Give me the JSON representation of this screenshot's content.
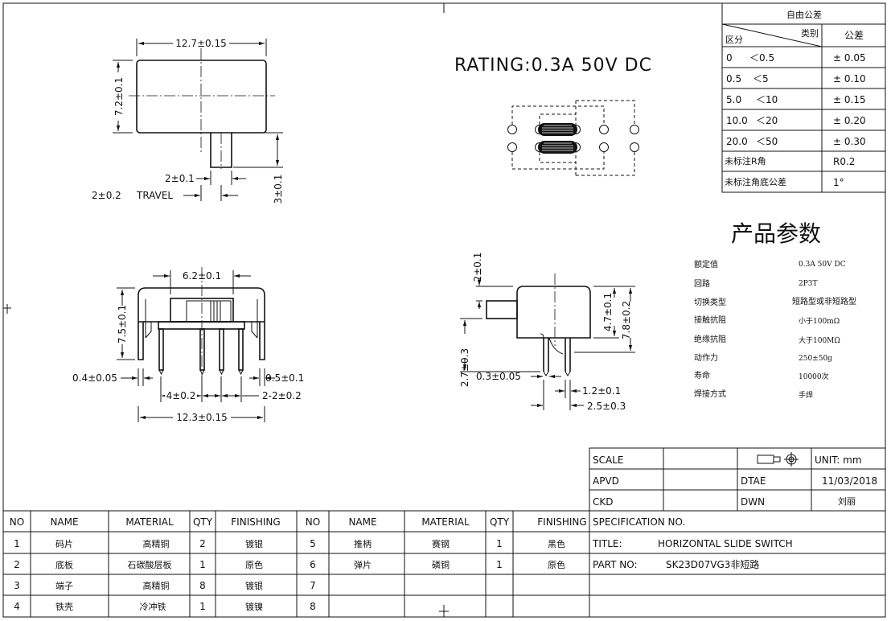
{
  "rating": "RATING:0.3A 50V DC",
  "dims_top": {
    "width": "12.7±0.15",
    "height": "7.2±0.1",
    "actuator": "2±0.1",
    "travel_value": "2±0.2",
    "travel_label": "TRAVEL",
    "actuator_h": "3±0.1"
  },
  "dims_front": {
    "slot": "6.2±0.1",
    "height": "7.5±0.1",
    "pin_w": "0.4±0.05",
    "pitch": "4±0.2",
    "pin_w2": "0.5±0.1",
    "pin_pitch2": "2-2±0.2",
    "overall": "12.3±0.15"
  },
  "dims_side": {
    "knob": "2±0.1",
    "body": "4.7±0.1",
    "overall": "7.8±0.2",
    "pin_len": "2.7±0.3",
    "pin_t": "0.3±0.05",
    "tab": "1.2±0.1",
    "span": "2.5±0.3"
  },
  "tolerance": {
    "title": "自由公差",
    "col_category": "类别",
    "col_zone": "区分",
    "col_tolerance": "公差",
    "rows": [
      {
        "from": "0",
        "to": "＜0.5",
        "tol": "± 0.05"
      },
      {
        "from": "0.5",
        "to": "＜5",
        "tol": "± 0.10"
      },
      {
        "from": "5.0",
        "to": "＜10",
        "tol": "± 0.15"
      },
      {
        "from": "10.0",
        "to": "＜20",
        "tol": "± 0.20"
      },
      {
        "from": "20.0",
        "to": "＜50",
        "tol": "± 0.30"
      }
    ],
    "r_label": "未标注R角",
    "r_value": "R0.2",
    "angle_label": "未标注角底公差",
    "angle_value": "1°"
  },
  "params": {
    "title": "产品参数",
    "items": [
      {
        "label": "额定值",
        "value": "0.3A 50V DC"
      },
      {
        "label": "回路",
        "value": "2P3T"
      },
      {
        "label": "切换类型",
        "value": "短路型或非短路型"
      },
      {
        "label": "接触抗阻",
        "value": "小于100mΩ"
      },
      {
        "label": "绝缘抗阻",
        "value": "大于100MΩ"
      },
      {
        "label": "动作力",
        "value": "250±50g"
      },
      {
        "label": "寿命",
        "value": "10000次"
      },
      {
        "label": "焊接方式",
        "value": "手焊"
      }
    ]
  },
  "title_block": {
    "scale": "SCALE",
    "unit": "UNIT: mm",
    "apvd": "APVD",
    "dtae": "DTAE",
    "date": "11/03/2018",
    "ckd": "CKD",
    "dwn": "DWN",
    "drawer": "刘丽",
    "spec": "SPECIFICATION NO.",
    "title_label": "TITLE:",
    "title_value": "HORIZONTAL SLIDE SWITCH",
    "part_label": "PART NO:",
    "part_value": "SK23D07VG3非短路"
  },
  "bom": {
    "headers": [
      "NO",
      "NAME",
      "MATERIAL",
      "QTY",
      "FINISHING",
      "NO",
      "NAME",
      "MATERIAL",
      "QTY",
      "FINISHING"
    ],
    "rows": [
      [
        "1",
        "码片",
        "高精铜",
        "2",
        "镀银",
        "5",
        "推柄",
        "赛钢",
        "1",
        "黑色"
      ],
      [
        "2",
        "底板",
        "石碳酸层板",
        "1",
        "原色",
        "6",
        "弹片",
        "磷铜",
        "1",
        "原色"
      ],
      [
        "3",
        "端子",
        "高精铜",
        "8",
        "镀银",
        "7",
        "",
        "",
        "",
        ""
      ],
      [
        "4",
        "铁壳",
        "冷冲铁",
        "1",
        "镀镍",
        "8",
        "",
        "",
        "",
        ""
      ]
    ]
  }
}
